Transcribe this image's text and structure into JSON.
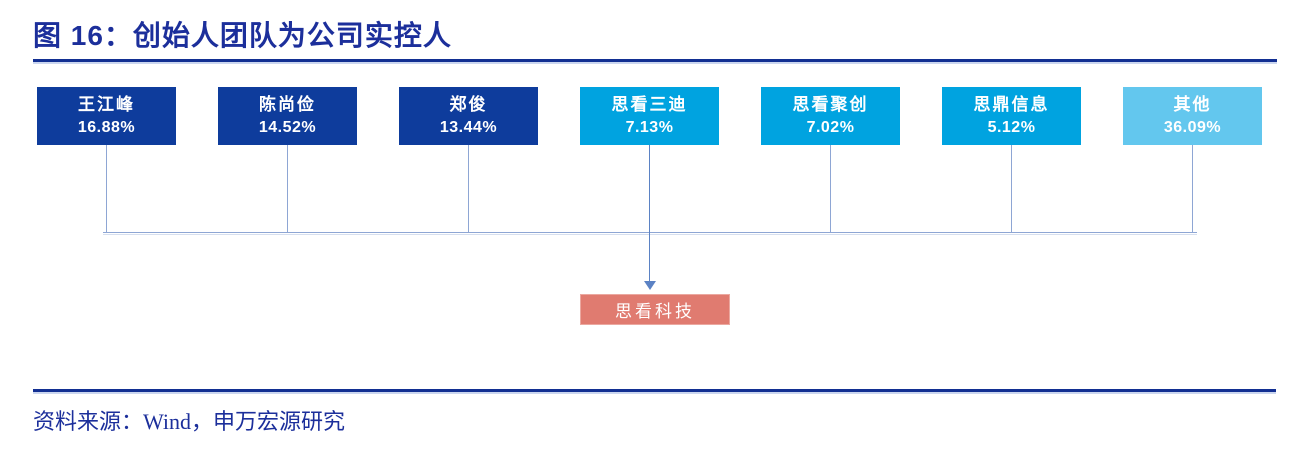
{
  "header": {
    "title": "图 16：创始人团队为公司实控人"
  },
  "diagram": {
    "shareholders": [
      {
        "name": "王江峰",
        "pct": "16.88%",
        "tier": "founder"
      },
      {
        "name": "陈尚俭",
        "pct": "14.52%",
        "tier": "founder"
      },
      {
        "name": "郑俊",
        "pct": "13.44%",
        "tier": "founder"
      },
      {
        "name": "思看三迪",
        "pct": "7.13%",
        "tier": "holding-platform"
      },
      {
        "name": "思看聚创",
        "pct": "7.02%",
        "tier": "holding-platform"
      },
      {
        "name": "思鼎信息",
        "pct": "5.12%",
        "tier": "holding-platform"
      },
      {
        "name": "其他",
        "pct": "36.09%",
        "tier": "other"
      }
    ],
    "company": {
      "name": "思看科技"
    }
  },
  "footer": {
    "source": "资料来源：Wind，申万宏源研究"
  },
  "colors": {
    "navy_text": "#1c2f9b",
    "divider": "#122f92",
    "dark_box": "#0e3c9c",
    "cyan_box": "#00a3e0",
    "light_box": "#63c7ee",
    "red_box": "#e07b70",
    "connector": "#8ea6d4",
    "arrow": "#5b82c4"
  }
}
